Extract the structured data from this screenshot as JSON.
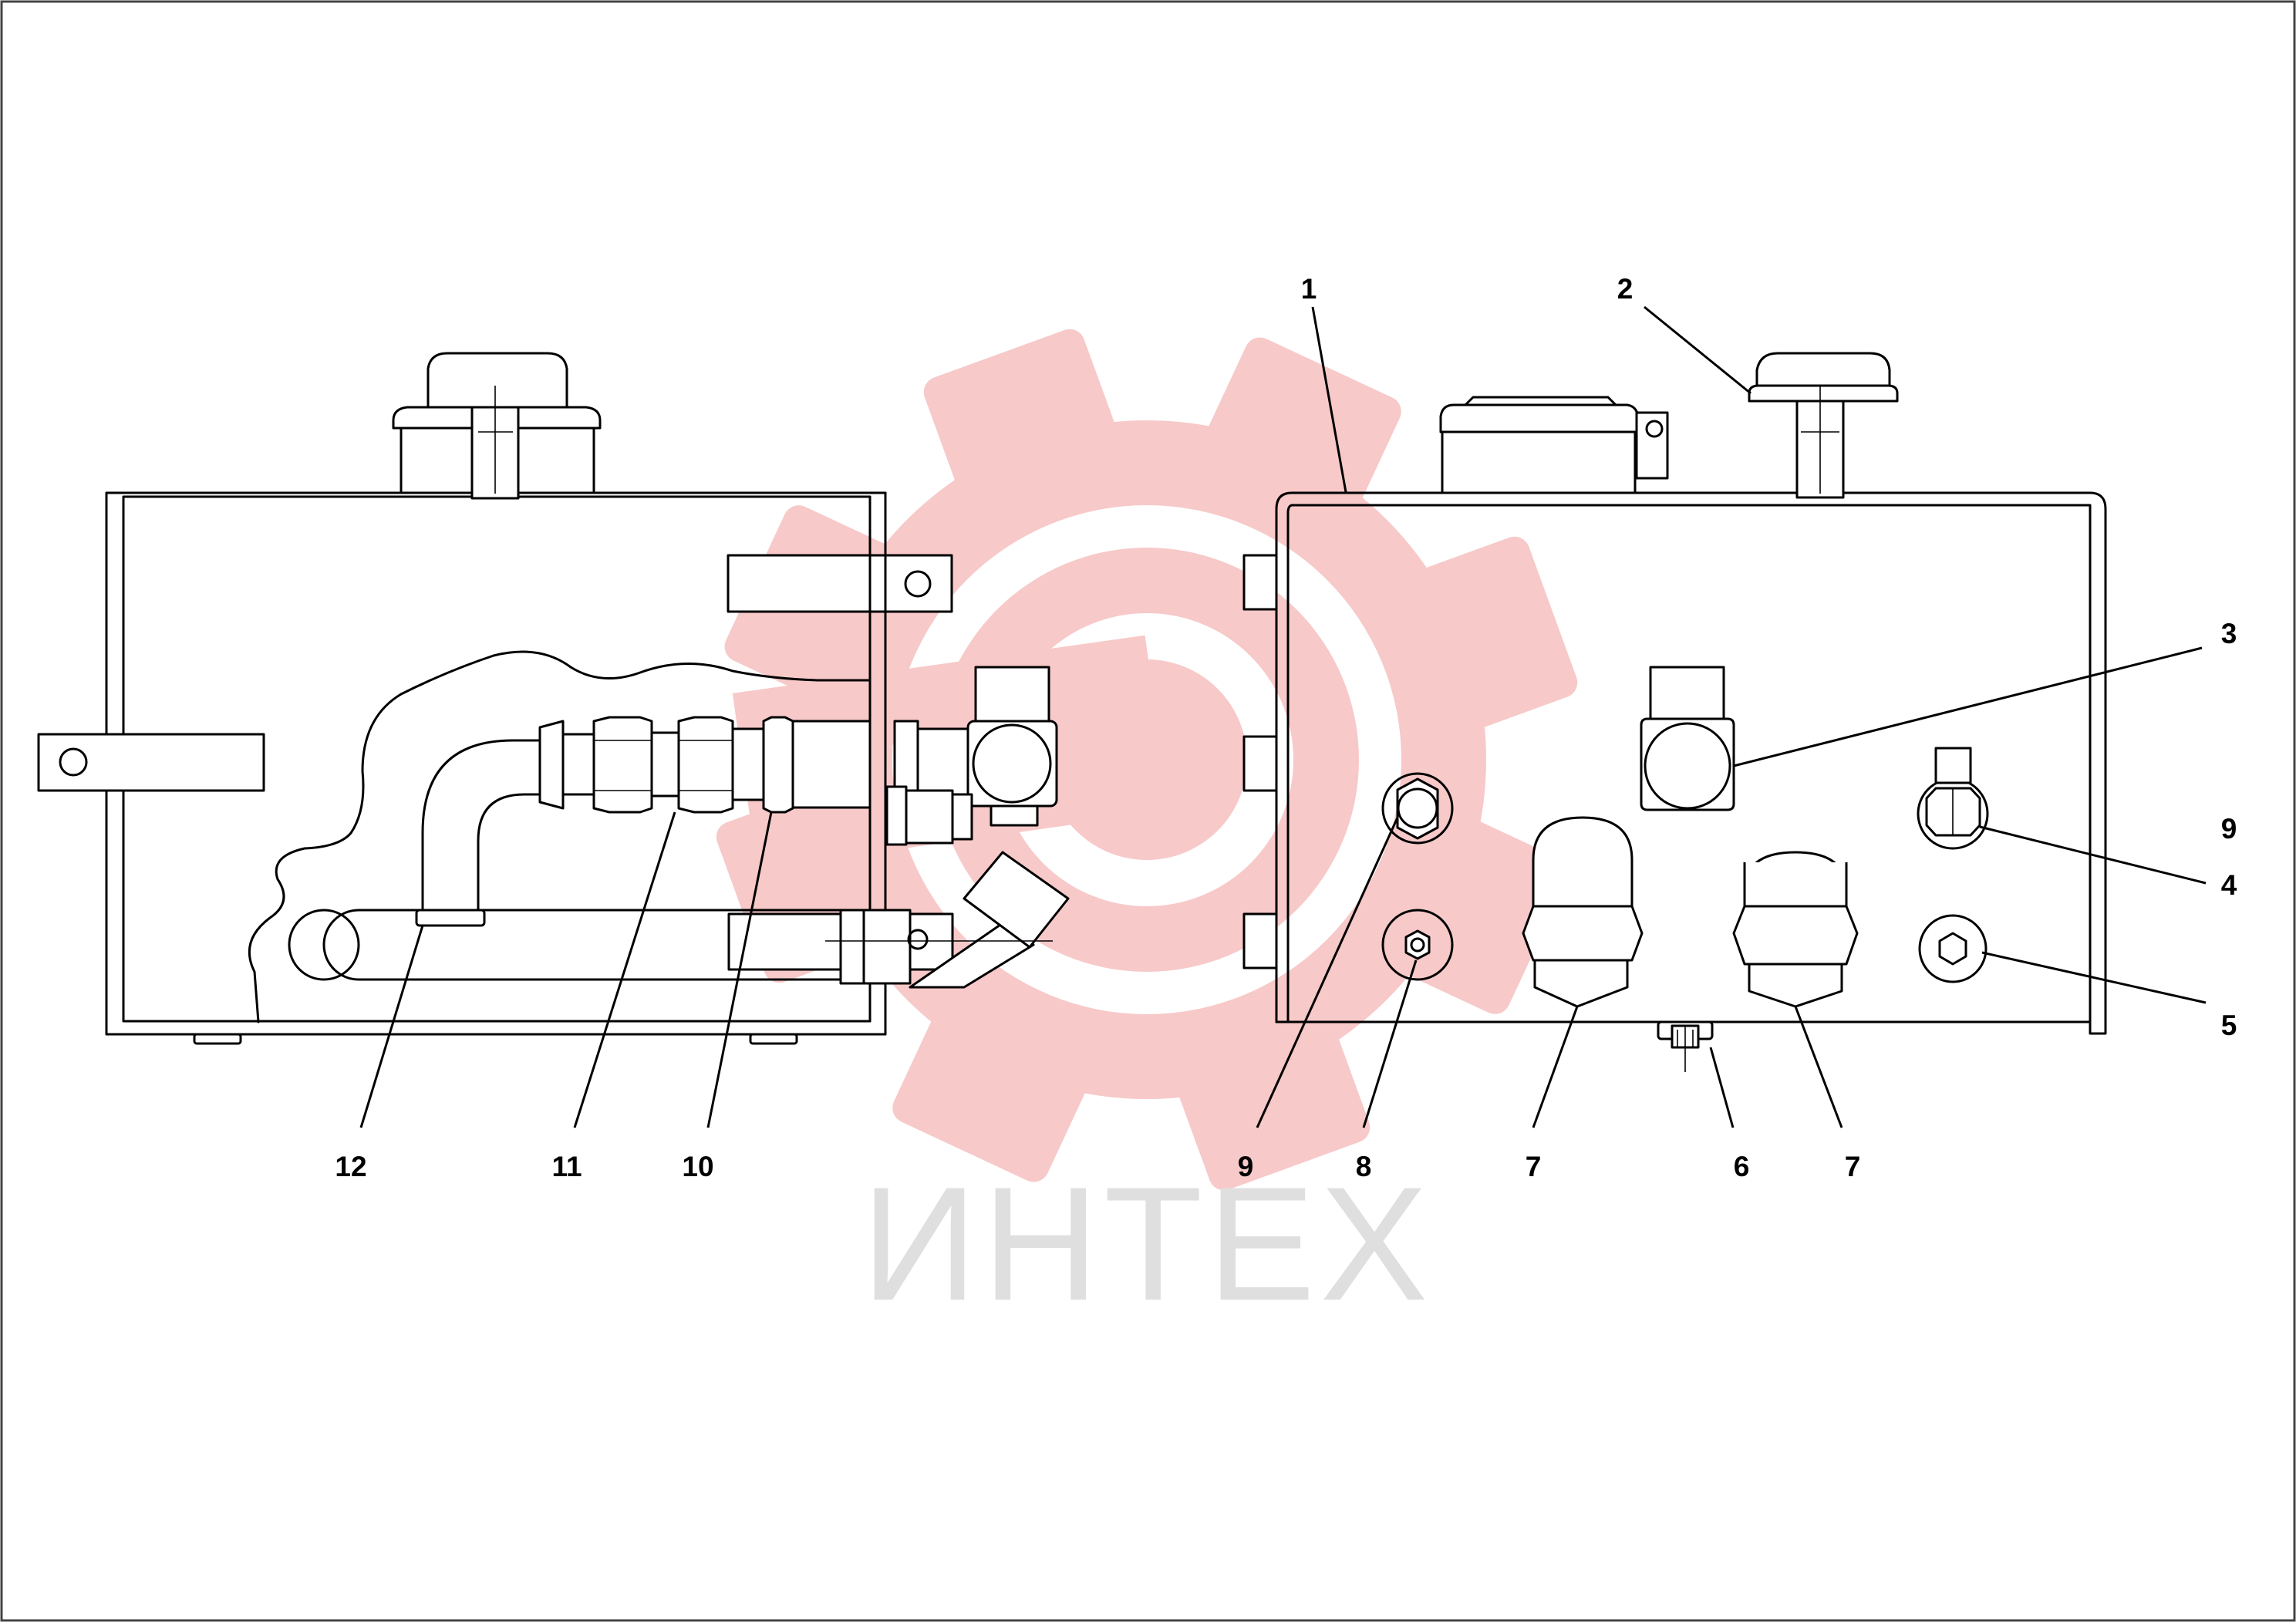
{
  "watermark": {
    "text": "ИНТЕХ",
    "gear_color": "#f7c7c7",
    "text_color": "#dedede"
  },
  "callouts": [
    {
      "id": "c1",
      "label": "1"
    },
    {
      "id": "c2",
      "label": "2"
    },
    {
      "id": "c3",
      "label": "3"
    },
    {
      "id": "c9a",
      "label": "9"
    },
    {
      "id": "c4",
      "label": "4"
    },
    {
      "id": "c5",
      "label": "5"
    },
    {
      "id": "c12",
      "label": "12"
    },
    {
      "id": "c11",
      "label": "11"
    },
    {
      "id": "c10",
      "label": "10"
    },
    {
      "id": "c9b",
      "label": "9"
    },
    {
      "id": "c8",
      "label": "8"
    },
    {
      "id": "c7a",
      "label": "7"
    },
    {
      "id": "c6",
      "label": "6"
    },
    {
      "id": "c7b",
      "label": "7"
    }
  ]
}
